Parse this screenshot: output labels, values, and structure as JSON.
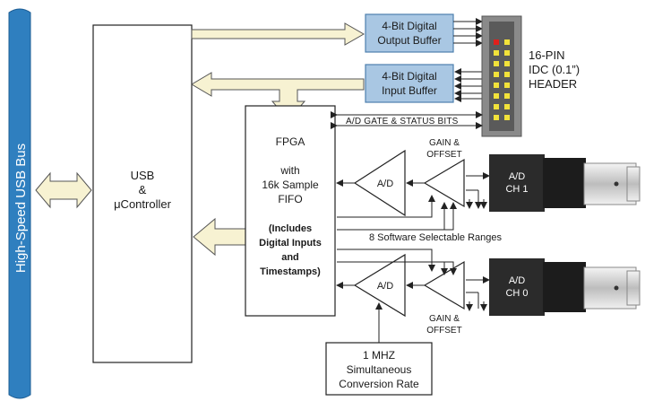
{
  "usb_bus": {
    "label": "High-Speed USB Bus"
  },
  "usb_controller": {
    "line1": "USB",
    "line2": "&",
    "line3": "μController"
  },
  "fpga": {
    "title": "FPGA",
    "line_with": "with",
    "line_16k": "16k Sample",
    "line_fifo": "FIFO",
    "note1": "(Includes",
    "note2": "Digital Inputs",
    "note3": "and",
    "note4": "Timestamps)"
  },
  "output_buffer": {
    "line1": "4-Bit Digital",
    "line2": "Output Buffer"
  },
  "input_buffer": {
    "line1": "4-Bit Digital",
    "line2": "Input Buffer"
  },
  "header": {
    "line1": "16-PIN",
    "line2": "IDC (0.1”)",
    "line3": "HEADER"
  },
  "gate_status": {
    "label": "A/D GATE & STATUS BITS"
  },
  "adc_top": {
    "label": "A/D"
  },
  "adc_bottom": {
    "label": "A/D"
  },
  "gain_top": {
    "line1": "GAIN &",
    "line2": "OFFSET"
  },
  "gain_bottom": {
    "line1": "GAIN &",
    "line2": "OFFSET"
  },
  "ranges": {
    "label": "8 Software Selectable Ranges"
  },
  "channel_top": {
    "line1": "A/D",
    "line2": "CH 1"
  },
  "channel_bottom": {
    "line1": "A/D",
    "line2": "CH 0"
  },
  "conversion": {
    "line1": "1 MHZ",
    "line2": "Simultaneous",
    "line3": "Conversion Rate"
  },
  "colors": {
    "usb_bus": "#2f7fbf",
    "buffer_fill": "#a9c7e3",
    "buffer_stroke": "#4d7fae",
    "wide_arrow": "#f7f2d2",
    "bnc_dark": "#2b2b2b",
    "header_body": "#8a8a8a",
    "pin_yellow": "#f2e23a",
    "pin_red": "#e0201c"
  }
}
